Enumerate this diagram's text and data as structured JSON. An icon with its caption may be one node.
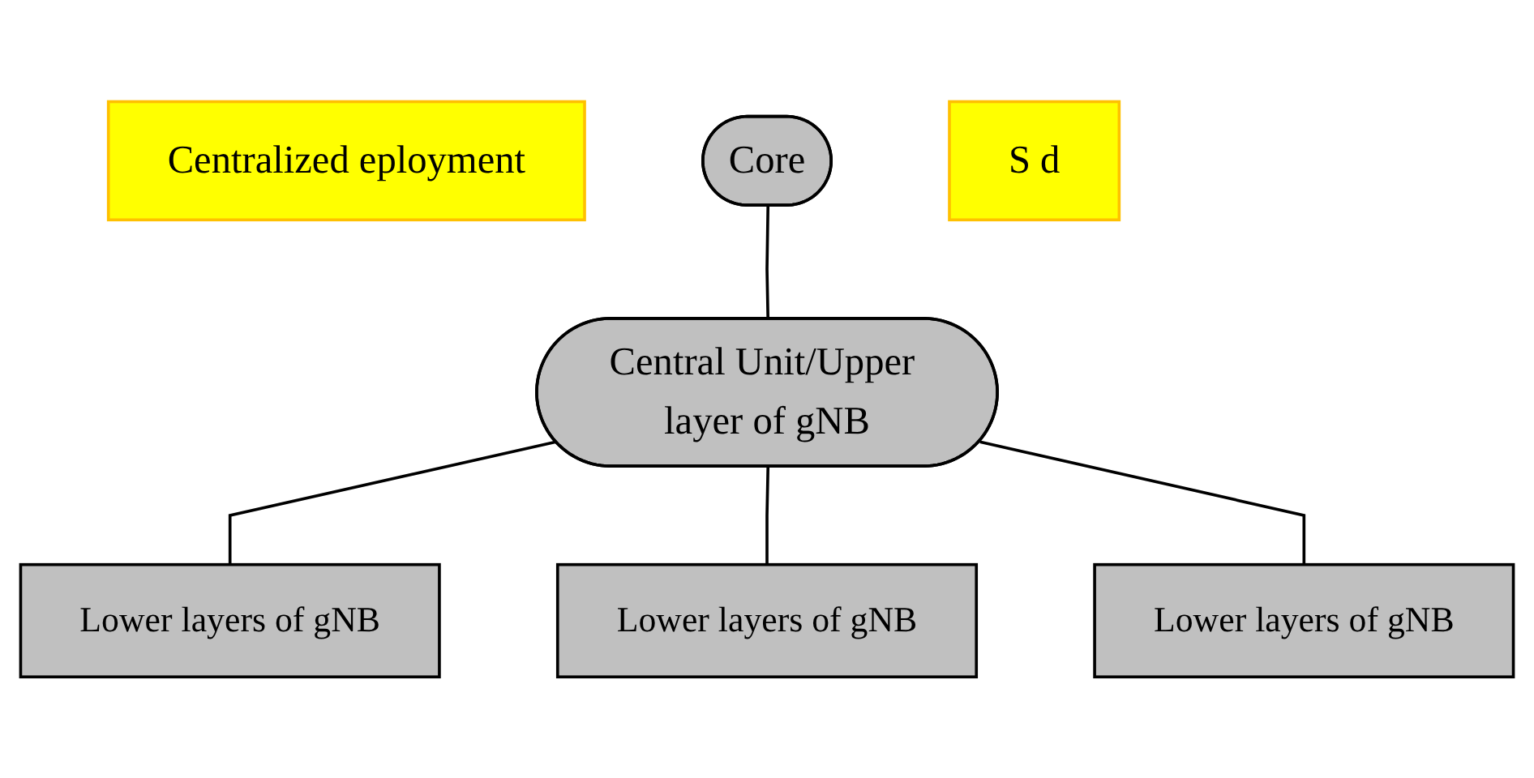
{
  "diagram": {
    "nodes": [
      {
        "text": [
          "Centralized eployment"
        ]
      },
      {
        "text": [
          "Core"
        ]
      },
      {
        "text": [
          "S d"
        ]
      },
      {
        "text": [
          "Central Unit/Upper layer of gNB"
        ]
      },
      {
        "text": [
          "Lower layers of gNB"
        ]
      },
      {
        "text": [
          "Lower layers of gNB"
        ]
      },
      {
        "text": [
          "Lower layers of gNB"
        ]
      }
    ],
    "edges": [
      {
        "from": 1,
        "to": 3,
        "arrow": "none"
      },
      {
        "from": 3,
        "to": 4,
        "arrow": "none"
      },
      {
        "from": 3,
        "to": 5,
        "arrow": "none"
      },
      {
        "from": 3,
        "to": 6,
        "arrow": "none"
      }
    ]
  }
}
